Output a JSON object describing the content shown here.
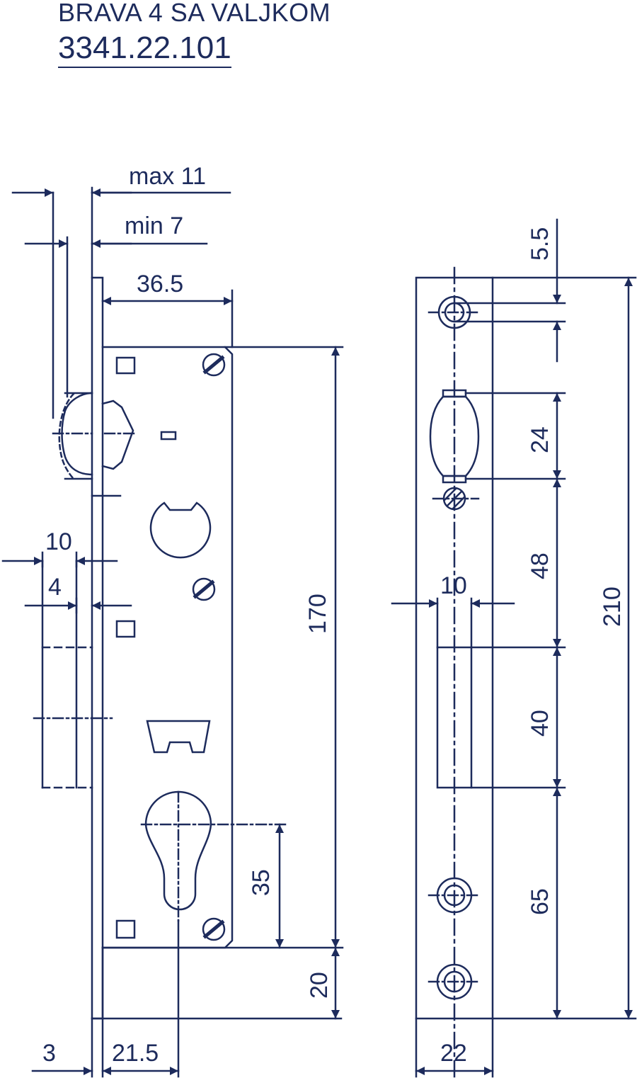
{
  "title": {
    "name": "BRAVA 4 SA VALJKOM",
    "code": "3341.22.101"
  },
  "colors": {
    "ink": "#1d2b5c",
    "background": "#ffffff"
  },
  "dimensions": {
    "max_11": "max 11",
    "min_7": "min 7",
    "d36_5": "36.5",
    "d10_left": "10",
    "d4": "4",
    "d170": "170",
    "d35": "35",
    "d20": "20",
    "d3": "3",
    "d21_5": "21.5",
    "d5_5": "5.5",
    "d24": "24",
    "d48": "48",
    "d10_right": "10",
    "d40": "40",
    "d210": "210",
    "d65": "65",
    "d22": "22"
  }
}
